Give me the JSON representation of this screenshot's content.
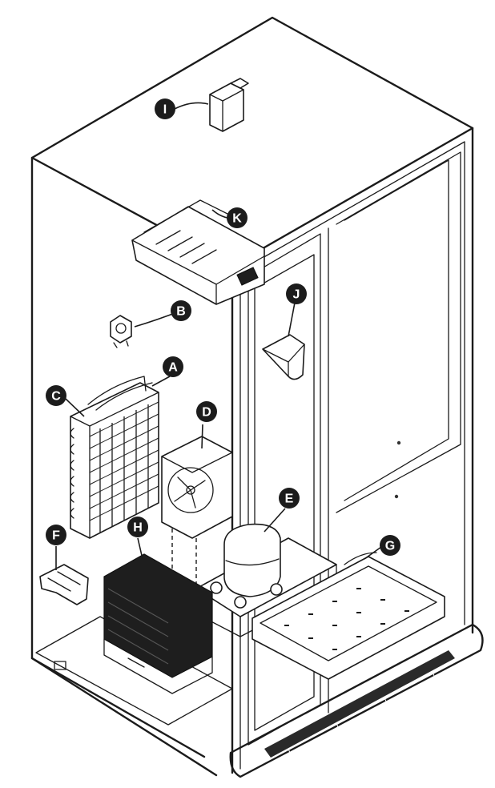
{
  "diagram": {
    "callouts": [
      {
        "id": "I",
        "part": "water-valve"
      },
      {
        "id": "K",
        "part": "ice-maker"
      },
      {
        "id": "B",
        "part": "damper"
      },
      {
        "id": "J",
        "part": "ice-chute"
      },
      {
        "id": "A",
        "part": "defrost-heater"
      },
      {
        "id": "C",
        "part": "evaporator-coil"
      },
      {
        "id": "D",
        "part": "evaporator-fan"
      },
      {
        "id": "E",
        "part": "compressor"
      },
      {
        "id": "F",
        "part": "thermostat-bracket"
      },
      {
        "id": "H",
        "part": "condenser-coil"
      },
      {
        "id": "G",
        "part": "drain-pan"
      }
    ]
  }
}
